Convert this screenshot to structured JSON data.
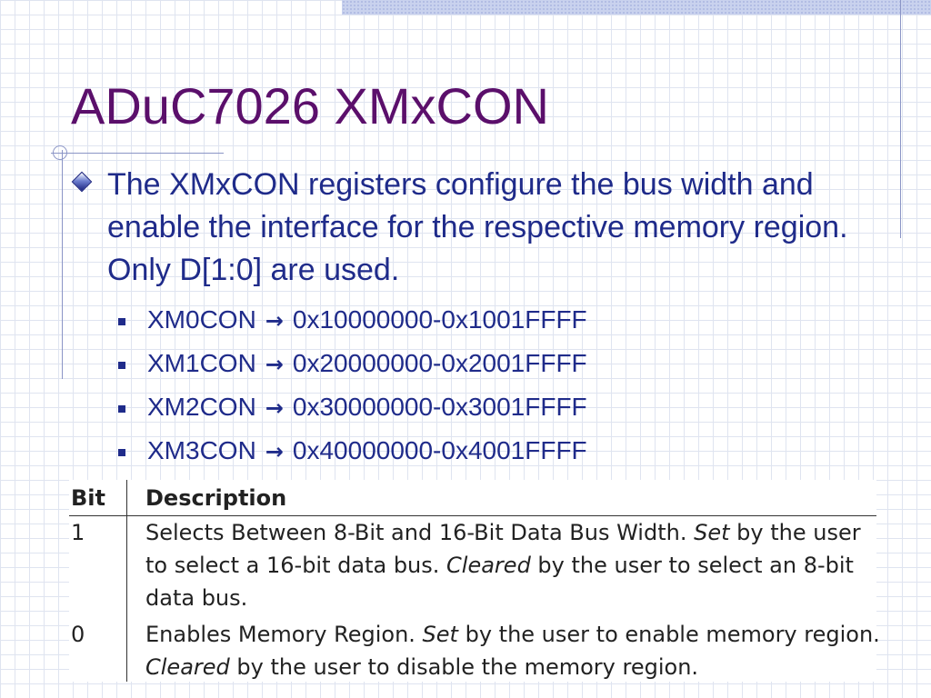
{
  "slide": {
    "title": "ADuC7026 XMxCON",
    "main_bullet": "The XMxCON registers configure the bus width and enable the interface for the respective memory region. Only D[1:0] are used.",
    "arrow": "→",
    "sub_bullets": [
      {
        "reg": "XM0CON",
        "range": "0x10000000-0x1001FFFF"
      },
      {
        "reg": "XM1CON",
        "range": "0x20000000-0x2001FFFF"
      },
      {
        "reg": "XM2CON",
        "range": "0x30000000-0x3001FFFF"
      },
      {
        "reg": "XM3CON",
        "range": "0x40000000-0x4001FFFF"
      }
    ]
  },
  "table": {
    "headers": {
      "bit": "Bit",
      "description": "Description"
    },
    "rows": [
      {
        "bit": "1",
        "desc_parts": [
          {
            "text": "Selects Between 8-Bit and 16-Bit Data Bus Width. ",
            "italic": false
          },
          {
            "text": "Set",
            "italic": true
          },
          {
            "text": " by the user to select a 16-bit data bus. ",
            "italic": false
          },
          {
            "text": "Cleared",
            "italic": true
          },
          {
            "text": " by the user to select an 8-bit data bus.",
            "italic": false
          }
        ]
      },
      {
        "bit": "0",
        "desc_parts": [
          {
            "text": "Enables Memory Region. ",
            "italic": false
          },
          {
            "text": "Set",
            "italic": true
          },
          {
            "text": " by the user to enable memory region. ",
            "italic": false
          },
          {
            "text": "Cleared",
            "italic": true
          },
          {
            "text": " by the user to disable the memory region.",
            "italic": false
          }
        ]
      }
    ]
  },
  "colors": {
    "title": "#5b0f6b",
    "body_text": "#1f2b8a",
    "grid": "#dfe4f0",
    "accent_line": "#8b95c6"
  }
}
